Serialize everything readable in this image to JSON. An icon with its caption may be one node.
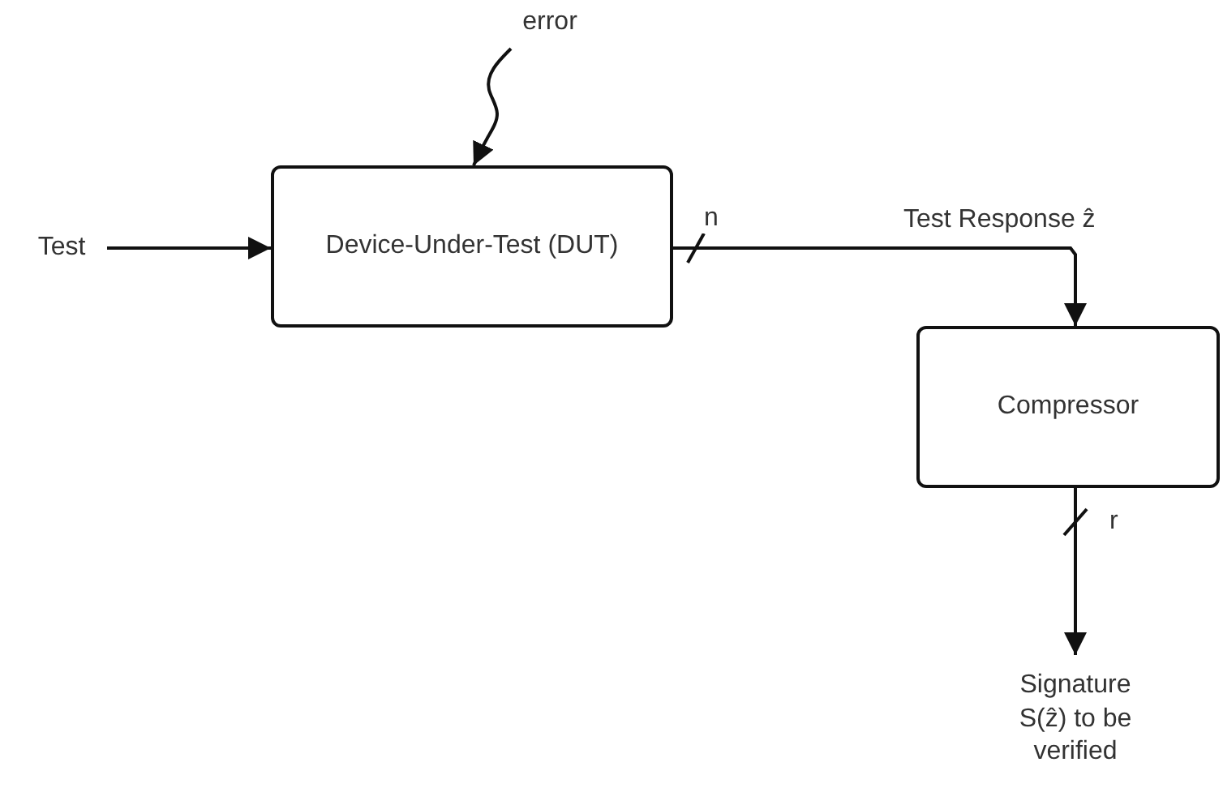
{
  "diagram": {
    "nodes": [
      {
        "text": [
          "Test"
        ]
      },
      {
        "text": [
          "Device-Under-Test (DUT)"
        ]
      },
      {
        "text": [
          "error"
        ]
      },
      {
        "text": [
          "Compressor"
        ]
      },
      {
        "text": [
          "Signature S(ẑ) to be verified"
        ]
      }
    ],
    "edges": [
      {
        "from": 0,
        "to": 1,
        "arrow": "to"
      },
      {
        "from": 2,
        "to": 1,
        "arrow": "to"
      },
      {
        "from": 1,
        "to": 3,
        "arrow": "to",
        "label": "Test Response ẑ"
      },
      {
        "from": 3,
        "to": 4,
        "arrow": "to"
      }
    ],
    "labels": [
      "n",
      "r"
    ]
  }
}
